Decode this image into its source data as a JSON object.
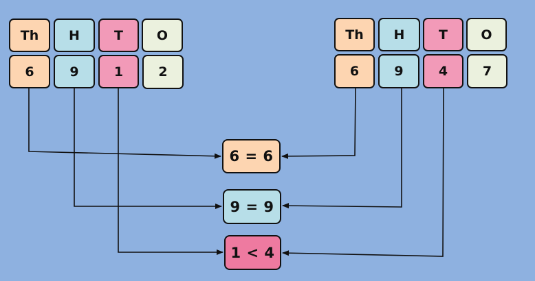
{
  "colors": {
    "background": "#8EB1E0",
    "thousands": "#FDD5B1",
    "hundreds": "#B7DEE8",
    "tens": "#F29AB8",
    "ones": "#EBF1DE",
    "less_than_highlight": "#EE7AA0"
  },
  "left_number": {
    "headers": [
      "Th",
      "H",
      "T",
      "O"
    ],
    "digits": [
      "6",
      "9",
      "1",
      "2"
    ]
  },
  "right_number": {
    "headers": [
      "Th",
      "H",
      "T",
      "O"
    ],
    "digits": [
      "6",
      "9",
      "4",
      "7"
    ]
  },
  "comparisons": [
    {
      "place": "Th",
      "text": "6 = 6"
    },
    {
      "place": "H",
      "text": "9 = 9"
    },
    {
      "place": "T",
      "text": "1 < 4"
    }
  ]
}
